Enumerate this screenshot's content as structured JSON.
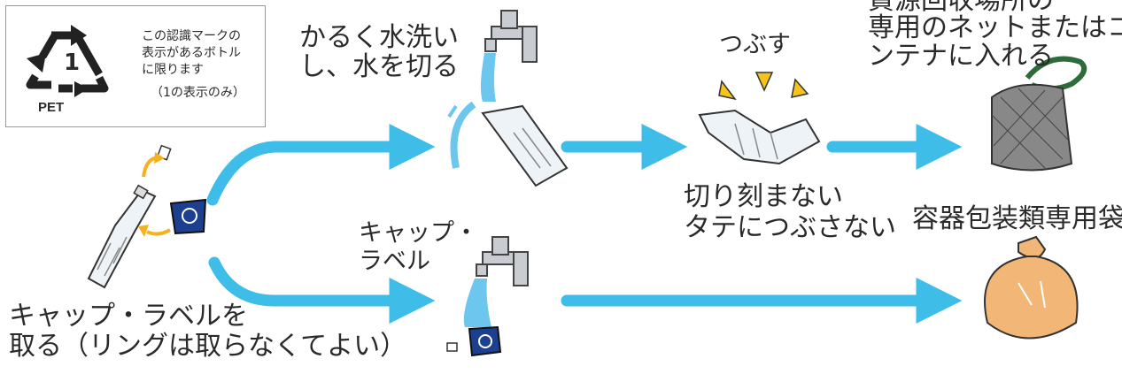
{
  "pet_mark": {
    "number": "1",
    "label": "PET",
    "note_lines": [
      "この認識マークの",
      "表示があるボトル",
      "に限ります"
    ],
    "note_only": "（1の表示のみ）"
  },
  "steps": {
    "rinse": [
      "かるく水洗い",
      "し、水を切る"
    ],
    "crush": "つぶす",
    "crush_notes": [
      "切り刻まない",
      "タテにつぶさない"
    ],
    "net": [
      "資源回収場所の",
      "専用のネットまたはコ",
      "ンテナに入れる"
    ],
    "cap_label_rinse": [
      "キャップ・",
      "ラベル"
    ],
    "remove": [
      "キャップ・ラベルを",
      "取る（リングは取らなくてよい）"
    ],
    "bag": "容器包装類専用袋"
  },
  "colors": {
    "arrow": "#3ebde8",
    "water": "#6cc6ee",
    "faucet": "#c9ccd0",
    "cap_blue": "#1d3f8f",
    "warning_yellow": "#f6c21c",
    "bag_orange": "#f2b777",
    "net_green": "#2e6b3a",
    "net_dark": "#555555"
  },
  "icons": [
    "recycle-icon",
    "bottle-icon",
    "faucet-icon",
    "crushed-bottle-icon",
    "net-bag-icon",
    "plastic-bag-icon"
  ]
}
